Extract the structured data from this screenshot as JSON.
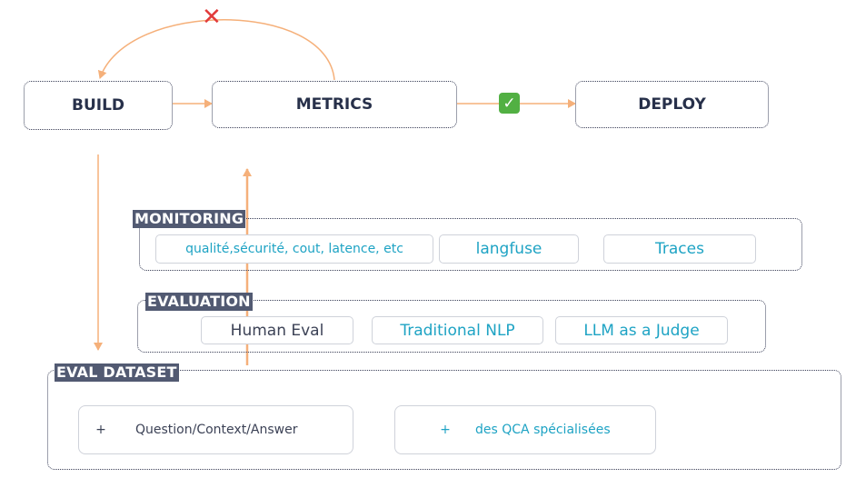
{
  "stages": {
    "build": "BUILD",
    "metrics": "METRICS",
    "deploy": "DEPLOY"
  },
  "markers": {
    "reject": "✕",
    "accept": "✓"
  },
  "monitoring": {
    "label": "MONITORING",
    "items": [
      "qualité,sécurité, cout, latence, etc",
      "langfuse",
      "Traces"
    ]
  },
  "evaluation": {
    "label": "EVALUATION",
    "items": [
      "Human Eval",
      "Traditional NLP",
      "LLM as  a Judge"
    ]
  },
  "eval_dataset": {
    "label": "EVAL DATASET",
    "cards": [
      {
        "plus": "+",
        "text": "Question/Context/Answer"
      },
      {
        "plus": "+",
        "text": "des QCA spécialisées"
      }
    ]
  },
  "colors": {
    "arrow": "#f5b07a",
    "reject": "#e23b3b",
    "accept": "#52b043",
    "label_bg": "#525a72",
    "teal": "#1ea3c4"
  }
}
